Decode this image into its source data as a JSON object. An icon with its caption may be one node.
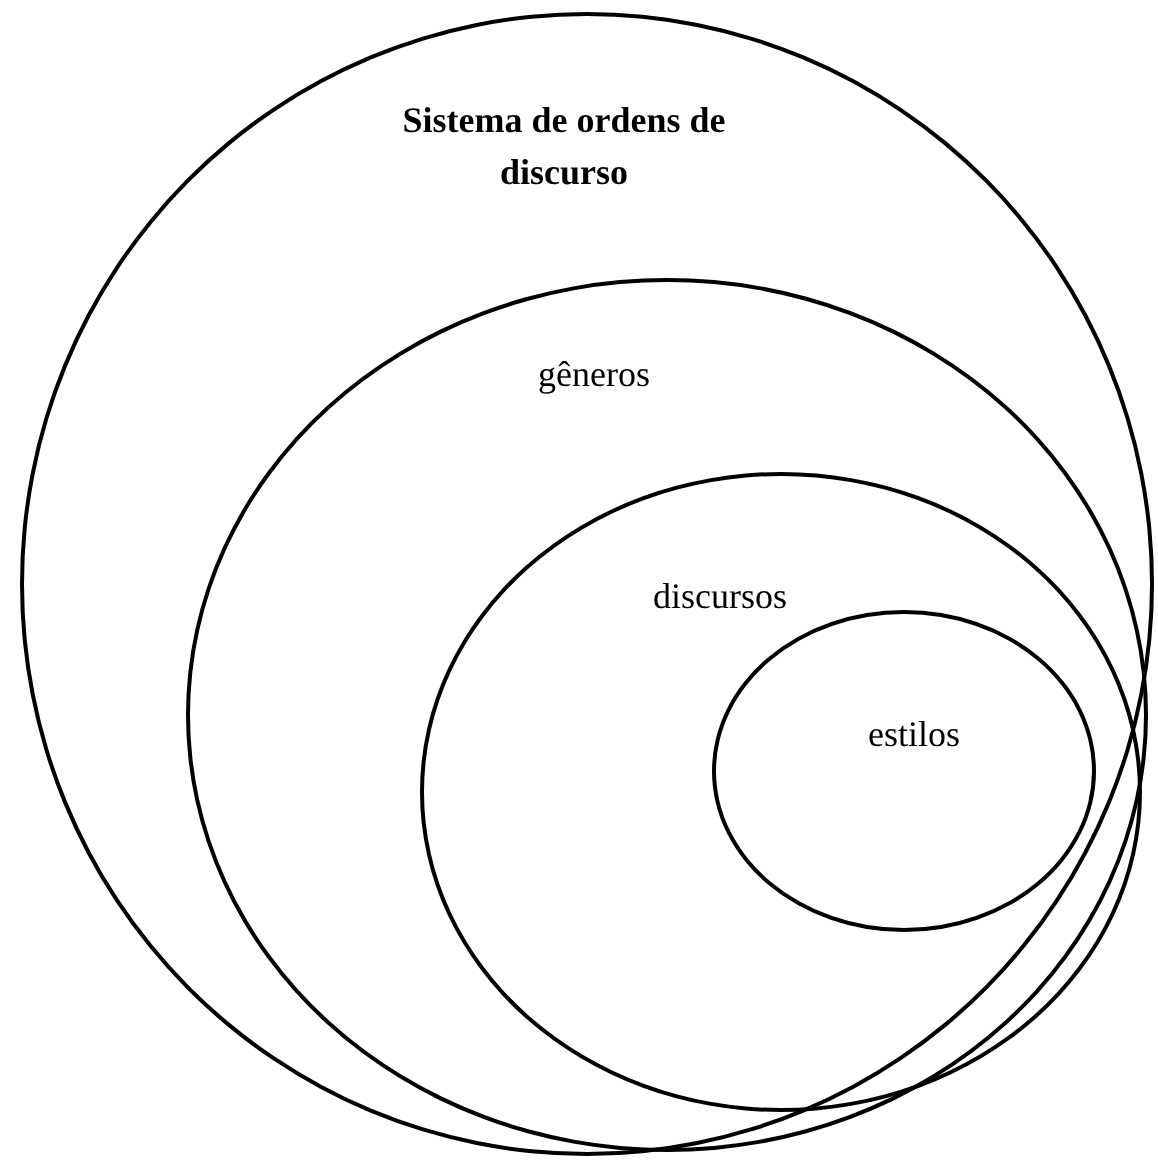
{
  "diagram": {
    "nodes": [
      {
        "text": [
          "Sistema de ordens de discurso"
        ]
      },
      {
        "text": [
          "gêneros"
        ],
        "in": 0
      },
      {
        "text": [
          "discursos"
        ],
        "in": 1
      },
      {
        "text": [
          "estilos"
        ],
        "in": 2
      }
    ]
  }
}
